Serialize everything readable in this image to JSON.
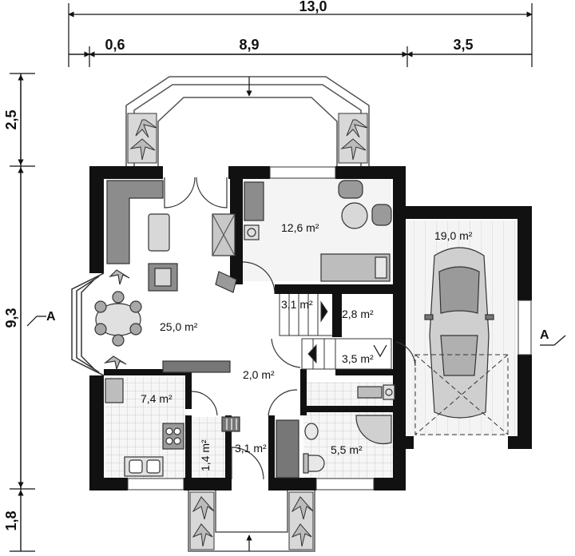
{
  "dimensions": {
    "top_total": "13,0",
    "top_left": "0,6",
    "top_mid": "8,9",
    "top_right": "3,5",
    "left_top": "2,5",
    "left_mid": "9,3",
    "left_bottom": "1,8"
  },
  "rooms": {
    "living": "25,0 m²",
    "bedroom": "12,6 m²",
    "garage": "19,0 m²",
    "stairs": "3,1 m²",
    "closet": "2,8 m²",
    "hall_upper": "3,5 m²",
    "hall": "2,0 m²",
    "kitchen": "7,4 m²",
    "pantry": "1,4 m²",
    "vestibule": "3,1 m²",
    "bathroom": "5,5 m²"
  },
  "section_marks": {
    "left": "A",
    "right": "A"
  }
}
